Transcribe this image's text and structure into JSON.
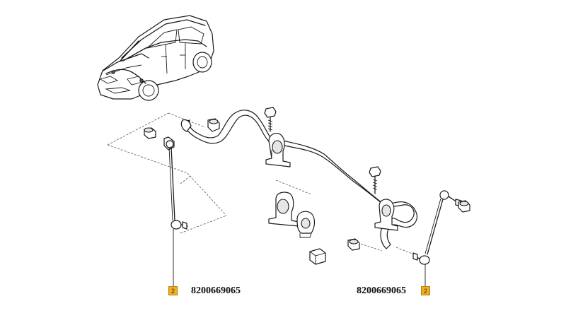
{
  "callouts": [
    {
      "badge": "2",
      "part_number": "8200669065",
      "side": "left"
    },
    {
      "badge": "2",
      "part_number": "8200669065",
      "side": "right"
    }
  ],
  "colors": {
    "badge_fill": "#f2b01e",
    "line": "#1a1a1a",
    "background": "#ffffff"
  }
}
